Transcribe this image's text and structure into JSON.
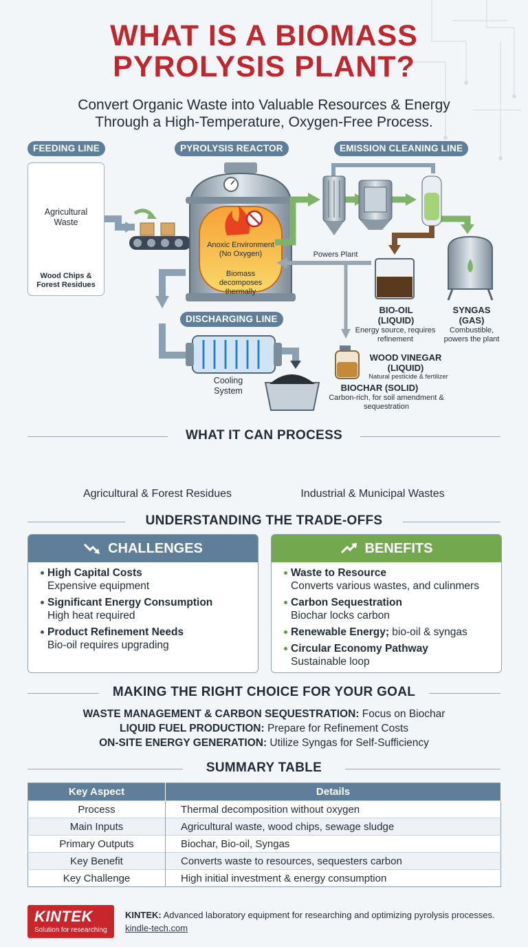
{
  "title_line1": "WHAT IS A BIOMASS",
  "title_line2": "PYROLYSIS PLANT?",
  "subtitle_line1": "Convert Organic Waste into Valuable Resources & Energy",
  "subtitle_line2": "Through a High-Temperature, Oxygen-Free Process.",
  "diagram": {
    "feeding_line": "FEEDING LINE",
    "pyrolysis_reactor": "PYROLYSIS REACTOR",
    "emission_cleaning_line": "EMISSION CLEANING LINE",
    "discharging_line": "DISCHARGING LINE",
    "agricultural_waste": "Agricultural Waste",
    "wood_chips": "Wood Chips & Forest Residues",
    "reactor_text_1": "Anoxic Environment (No Oxygen)",
    "reactor_text_2": "Biomass decomposes thermally",
    "powers_plant": "Powers Plant",
    "bio_oil_title": "BIO-OIL (LIQUID)",
    "bio_oil_desc": "Energy source, requires refinement",
    "syngas_title": "SYNGAS (GAS)",
    "syngas_desc": "Combustible, powers the plant",
    "wood_vinegar_title": "WOOD VINEGAR (LIQUID)",
    "wood_vinegar_desc": "Natural pesticide & fertilizer",
    "biochar_title": "BIOCHAR (SOLID)",
    "biochar_desc": "Carbon-rich, for soil amendment & sequestration",
    "cooling_system": "Cooling System",
    "colors": {
      "steel": "#5f7e99",
      "fire": "#f08a1c",
      "arrow_green": "#7fb36a",
      "arrow_brown": "#7a5230"
    }
  },
  "process": {
    "heading": "WHAT IT CAN PROCESS",
    "left_label": "Agricultural & Forest Residues",
    "right_label": "Industrial & Municipal Wastes"
  },
  "tradeoffs": {
    "heading": "UNDERSTANDING THE TRADE-OFFS",
    "challenges": {
      "title": "CHALLENGES",
      "color": "#5f7e99",
      "items": [
        {
          "t": "High Capital Costs",
          "d": "Expensive equipment"
        },
        {
          "t": "Significant Energy Consumption",
          "d": "High heat required"
        },
        {
          "t": "Product Refinement Needs",
          "d": "Bio-oil requires upgrading"
        }
      ]
    },
    "benefits": {
      "title": "BENEFITS",
      "color": "#73a84f",
      "items": [
        {
          "t": "Waste to Resource",
          "d": "Converts various wastes, and culinmers"
        },
        {
          "t": "Carbon Sequestration",
          "d": "Biochar locks carbon"
        },
        {
          "t": "Renewable Energy;",
          "d": " bio-oil & syngas"
        },
        {
          "t": "Circular Economy Pathway",
          "d": "Sustainable loop"
        }
      ]
    }
  },
  "goals": {
    "heading": "MAKING THE RIGHT CHOICE FOR YOUR GOAL",
    "rows": [
      {
        "k": "WASTE MANAGEMENT & CARBON SEQUESTRATION:",
        "v": " Focus on Biochar"
      },
      {
        "k": "LIQUID FUEL PRODUCTION:",
        "v": " Prepare for Refinement Costs"
      },
      {
        "k": "ON-SITE ENERGY GENERATION:",
        "v": " Utilize Syngas for Self-Sufficiency"
      }
    ]
  },
  "summary": {
    "heading": "SUMMARY TABLE",
    "col1": "Key Aspect",
    "col2": "Details",
    "rows": [
      {
        "a": "Process",
        "b": "Thermal decomposition without oxygen"
      },
      {
        "a": "Main Inputs",
        "b": "Agricultural waste, wood chips, sewage sludge"
      },
      {
        "a": "Primary Outputs",
        "b": "Biochar, Bio-oil, Syngas"
      },
      {
        "a": "Key Benefit",
        "b": "Converts waste to resources, sequesters carbon"
      },
      {
        "a": "Key Challenge",
        "b": "High initial investment & energy consumption"
      }
    ]
  },
  "footer": {
    "logo_name": "KINTEK",
    "logo_tagline": "Solution for researching",
    "brand": "KINTEK:",
    "text": " Advanced laboratory equipment for researching and optimizing pyrolysis processes.",
    "url": "kindle-tech.com"
  }
}
